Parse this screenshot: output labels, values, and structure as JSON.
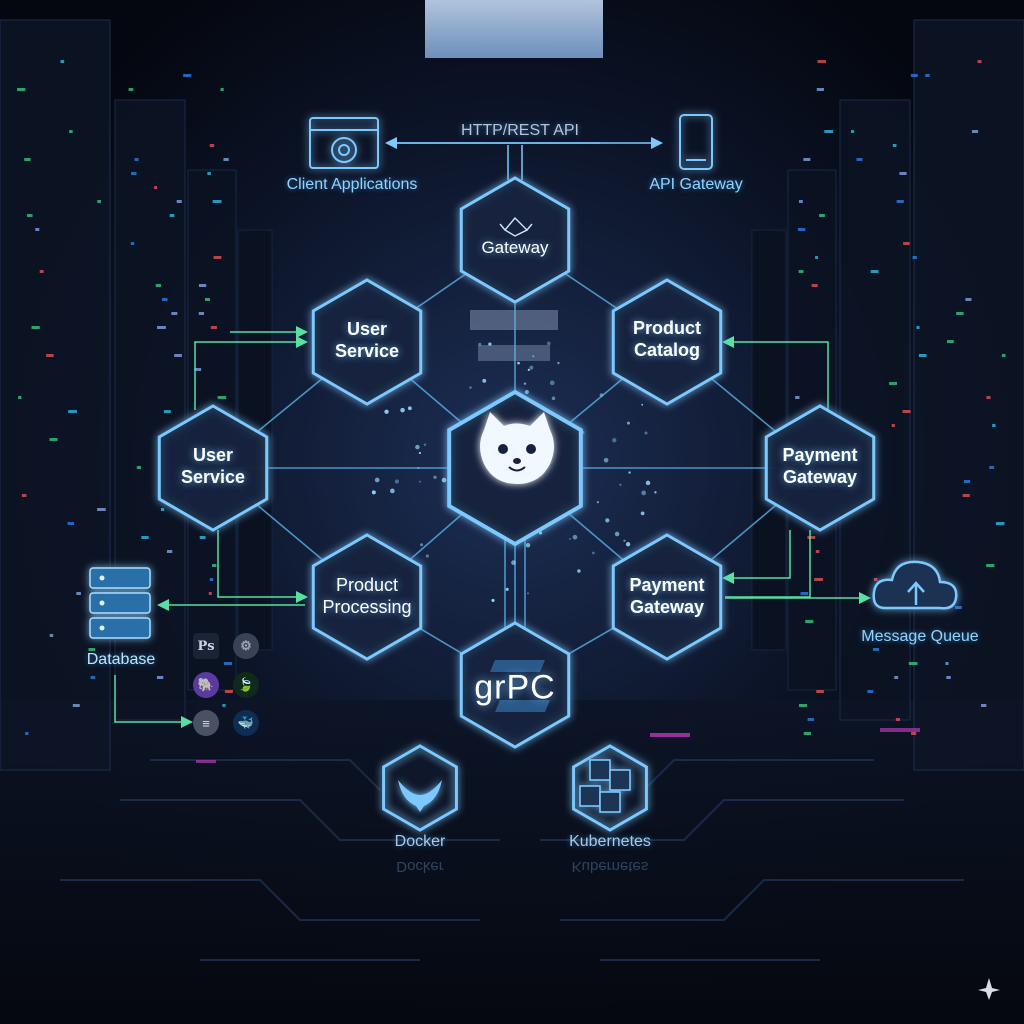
{
  "diagram": {
    "top_link_label": "HTTP/REST API",
    "client_label": "Client Applications",
    "api_gateway_label": "API Gateway",
    "database_label": "Database",
    "message_queue_label": "Message Queue",
    "docker_label": "Docker",
    "kubernetes_label": "Kubernetes",
    "grpc_label": "grPC",
    "nodes": {
      "gateway": "Gateway",
      "user_service_top": [
        "User",
        "Service"
      ],
      "user_service_left": [
        "User",
        "Service"
      ],
      "product_catalog": [
        "Product",
        "Catalog"
      ],
      "payment_gateway_right": [
        "Payment",
        "Gateway"
      ],
      "product_processing": [
        "Product",
        "Processing"
      ],
      "payment_gateway_bottom": [
        "Payment",
        "Gateway"
      ]
    },
    "db_logos": [
      "Ps",
      "⚙",
      "🐘",
      "🍃",
      "≡",
      "🐳"
    ],
    "reflections": [
      "Docker",
      "Kubernetes"
    ]
  },
  "colors": {
    "accent": "#7cc8ff",
    "glow": "#4fb3ff",
    "hex_fill": "#16233f",
    "line": "#5bbcf5",
    "green_line": "#57e0a0"
  }
}
